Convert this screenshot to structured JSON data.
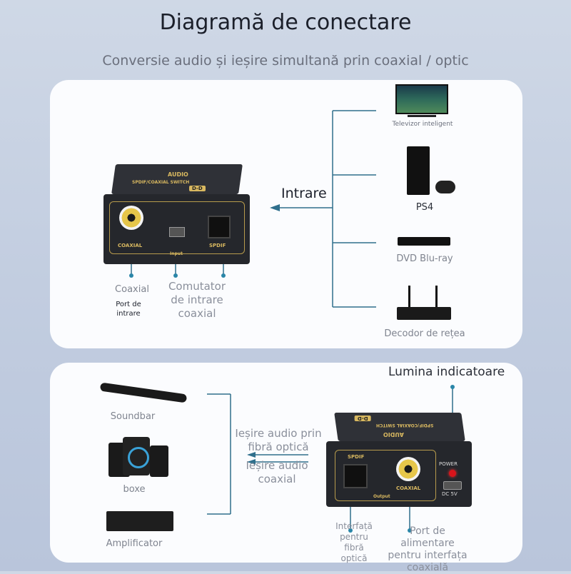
{
  "header": {
    "title": "Diagramă de conectare",
    "subtitle": "Conversie audio și ieșire simultană prin coaxial / optic"
  },
  "input_panel": {
    "label_input": "Intrare",
    "device_text": {
      "top_brand": "AUDIO",
      "model": "SPDIF/COAXIAL SWITCH",
      "badge": "D-D",
      "coaxial": "COAXIAL",
      "spdif": "SPDIF",
      "input": "Input"
    },
    "callouts": {
      "coaxial": "Coaxial",
      "port": "Port de intrare",
      "switch": "Comutator de intrare coaxial"
    },
    "sources": [
      {
        "label": "Televizor inteligent"
      },
      {
        "label": "PS4"
      },
      {
        "label": "DVD Blu-ray"
      },
      {
        "label": "Decodor de rețea"
      }
    ]
  },
  "output_panel": {
    "indicator_label": "Lumina indicatoare",
    "arrow_optical": "Ieșire audio prin fibră optică",
    "arrow_coax": "Ieșire audio coaxial",
    "device_text": {
      "top_brand": "AUDIO",
      "model": "SPDIF/COAXIAL SWITCH",
      "badge": "D-D",
      "spdif": "SPDIF",
      "coaxial": "COAXIAL",
      "output": "Output",
      "power": "POWER",
      "dc": "DC 5V"
    },
    "callouts": {
      "optical": "Interfață pentru fibră optică",
      "power_port": "Port de alimentare pentru interfața coaxială"
    },
    "outputs": [
      {
        "label": "Soundbar"
      },
      {
        "label": "boxe"
      },
      {
        "label": "Amplificator"
      }
    ]
  },
  "colors": {
    "line": "#2f6f8c",
    "accent_dot": "#2a86a8",
    "led": "#d9141b"
  }
}
